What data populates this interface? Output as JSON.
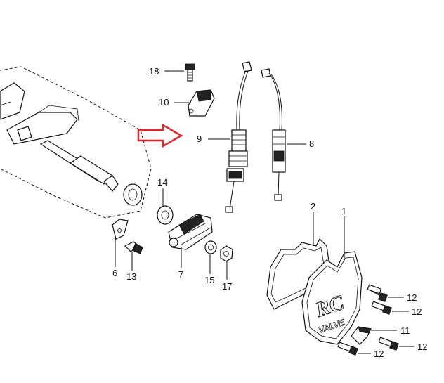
{
  "callouts": {
    "p1": "1",
    "p2": "2",
    "p6": "6",
    "p7": "7",
    "p8": "8",
    "p9": "9",
    "p10": "10",
    "p11": "11",
    "p12a": "12",
    "p12b": "12",
    "p12c": "12",
    "p12d": "12",
    "p13": "13",
    "p14": "14",
    "p15": "15",
    "p17": "17",
    "p18": "18"
  },
  "cover_logo": {
    "big": "RC",
    "small": "VALVE"
  },
  "highlight": {
    "arrow_color": "#e0262b",
    "points_to": "9"
  }
}
